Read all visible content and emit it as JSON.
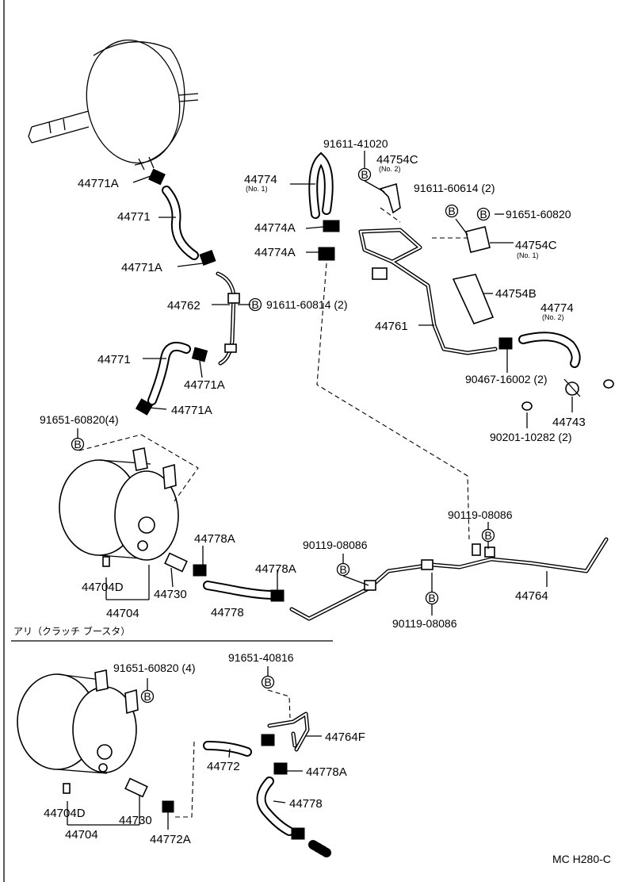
{
  "labels": {
    "l44771A_1": "44771A",
    "l44771_1": "44771",
    "l44771A_2": "44771A",
    "l44762": "44762",
    "l91611_60814": "91611-60814 (2)",
    "l44771_2": "44771",
    "l44771A_3": "44771A",
    "l44771A_4": "44771A",
    "l91611_41020": "91611-41020",
    "l44754C_2": "44754C",
    "l44754C_2_note": "(No. 2)",
    "l44774_1": "44774",
    "l44774_1_note": "(No. 1)",
    "l91611_60614": "91611-60614 (2)",
    "l91651_60820_a": "91651-60820",
    "l44774A_1": "44774A",
    "l44774A_2": "44774A",
    "l44754C_1": "44754C",
    "l44754C_1_note": "(No. 1)",
    "l44754B": "44754B",
    "l44774_2": "44774",
    "l44774_2_note": "(No. 2)",
    "l44761": "44761",
    "l90467_16002": "90467-16002 (2)",
    "l44743": "44743",
    "l90201_10282": "90201-10282 (2)",
    "l91651_60820_4a": "91651-60820(4)",
    "l44778A_1": "44778A",
    "l90119_08086_a": "90119-08086",
    "l90119_08086_b": "90119-08086",
    "l44778A_2": "44778A",
    "l44704D_1": "44704D",
    "l44730_1": "44730",
    "l44778_1": "44778",
    "l44764": "44764",
    "l90119_08086_c": "90119-08086",
    "l44704_1": "44704",
    "section_title": "アリ（クラッチ ブースタ）",
    "l91651_60820_4b": "91651-60820 (4)",
    "l91651_40816": "91651-40816",
    "l44764F": "44764F",
    "l44772": "44772",
    "l44778A_3": "44778A",
    "l44778_2": "44778",
    "l44704D_2": "44704D",
    "l44730_2": "44730",
    "l44704_2": "44704",
    "l44772A": "44772A",
    "diagram_code": "MC H280-C"
  },
  "bolt_symbol": "B"
}
